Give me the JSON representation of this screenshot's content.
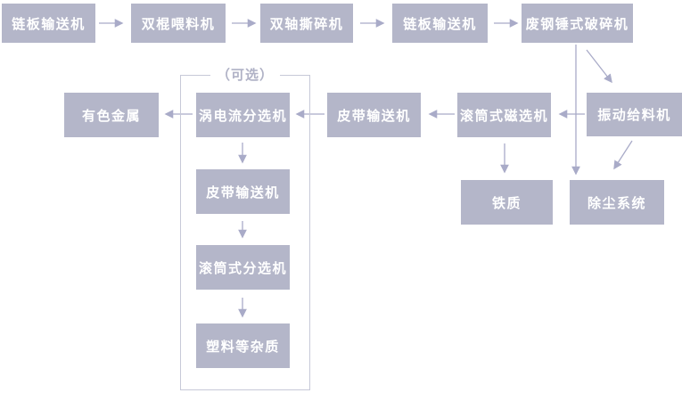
{
  "colors": {
    "background": "#ffffff",
    "node_fill": "#b4b6c9",
    "node_text": "#ffffff",
    "arrow": "#a9abc8",
    "optional_border": "#c7c9d8",
    "optional_label_text": "#b0b2c6"
  },
  "nodes": {
    "chain_conveyor_1": "链板输送机",
    "roller_feeder": "双棍喂料机",
    "shredder": "双轴撕碎机",
    "chain_conveyor_2": "链板输送机",
    "hammer_crusher": "废钢锤式破碎机",
    "vibrating_feeder": "振动给料机",
    "drum_magnetic_separator": "滚筒式磁选机",
    "belt_conveyor": "皮带输送机",
    "eddy_current_separator": "涡电流分选机",
    "nonferrous_metal": "有色金属",
    "iron": "铁质",
    "dust_removal_system": "除尘系统",
    "belt_conveyor_optional": "皮带输送机",
    "drum_separator": "滚筒式分选机",
    "plastic_impurities": "塑料等杂质",
    "optional_group_label": "（可选）"
  },
  "edges": [
    {
      "from": "chain_conveyor_1",
      "to": "roller_feeder"
    },
    {
      "from": "roller_feeder",
      "to": "shredder"
    },
    {
      "from": "shredder",
      "to": "chain_conveyor_2"
    },
    {
      "from": "chain_conveyor_2",
      "to": "hammer_crusher"
    },
    {
      "from": "hammer_crusher",
      "to": "vibrating_feeder"
    },
    {
      "from": "hammer_crusher",
      "to": "dust_removal_system"
    },
    {
      "from": "vibrating_feeder",
      "to": "drum_magnetic_separator"
    },
    {
      "from": "vibrating_feeder",
      "to": "dust_removal_system"
    },
    {
      "from": "drum_magnetic_separator",
      "to": "belt_conveyor"
    },
    {
      "from": "drum_magnetic_separator",
      "to": "iron"
    },
    {
      "from": "belt_conveyor",
      "to": "eddy_current_separator"
    },
    {
      "from": "eddy_current_separator",
      "to": "nonferrous_metal"
    },
    {
      "from": "eddy_current_separator",
      "to": "belt_conveyor_optional"
    },
    {
      "from": "belt_conveyor_optional",
      "to": "drum_separator"
    },
    {
      "from": "drum_separator",
      "to": "plastic_impurities"
    }
  ],
  "optional_group_contains": [
    "eddy_current_separator",
    "belt_conveyor_optional",
    "drum_separator",
    "plastic_impurities"
  ]
}
